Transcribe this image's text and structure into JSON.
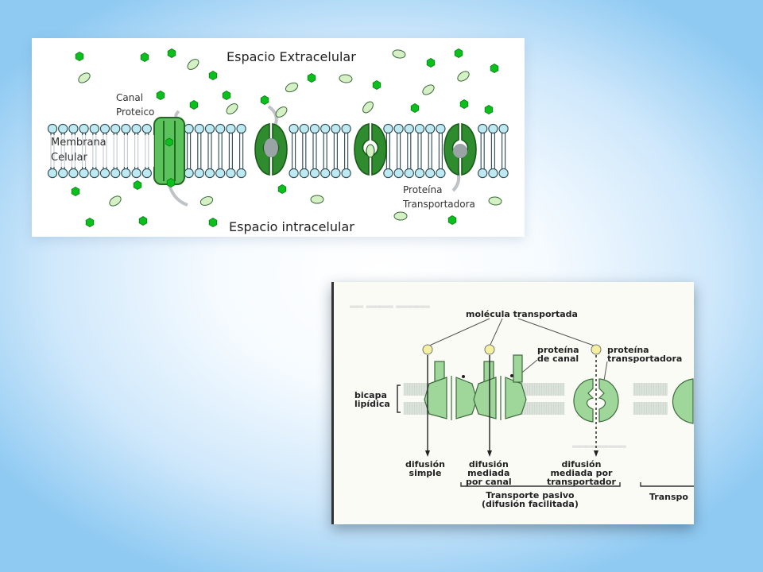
{
  "top_diagram": {
    "title_top": "Espacio Extracelular",
    "title_bottom": "Espacio intracelular",
    "membrane_label": [
      "Membrana",
      "Celular"
    ],
    "channel_label": [
      "Canal",
      "Proteico"
    ],
    "carrier_label": [
      "Proteína",
      "Transportadora"
    ],
    "colors": {
      "membrane_head": "#bfe9f0",
      "membrane_head_stroke": "#2a4a55",
      "protein": "#2e8b2e",
      "molecule_round": "#0bbf1c",
      "molecule_oval": "#d6f0c6"
    }
  },
  "bottom_diagram": {
    "molecule_label": "molécula transportada",
    "channel_label": [
      "proteína",
      "de canal"
    ],
    "carrier_label": [
      "proteína",
      "transportadora"
    ],
    "bilayer_label": [
      "bicapa",
      "lipídica"
    ],
    "diffusion_simple": [
      "difusión",
      "simple"
    ],
    "diffusion_channel": [
      "difusión",
      "mediada",
      "por canal"
    ],
    "diffusion_carrier": [
      "difusión",
      "mediada por",
      "transportador"
    ],
    "passive_transport": [
      "Transporte pasivo",
      "(difusión facilitada)"
    ],
    "transport_cut": "Transpo",
    "colors": {
      "protein": "#9fd69a",
      "molecule": "#f4f0a0"
    }
  }
}
